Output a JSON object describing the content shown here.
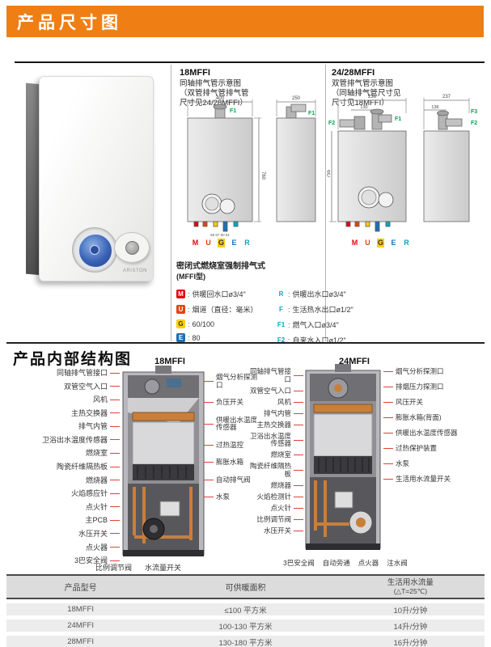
{
  "header": {
    "title": "产品尺寸图",
    "bg": "#ef7f15"
  },
  "section1": {
    "photo": {
      "brand": "ARISTON"
    },
    "col18": {
      "model": "18MFFI",
      "desc_lines": [
        "同轴排气管示意图",
        "（双管排气管排气管",
        "尺寸见24/28MFFI）"
      ]
    },
    "col2428": {
      "model": "24/28MFFI",
      "desc_lines": [
        "双管排气管示意图",
        "（同轴排气管尺寸见",
        "尺寸见18MFFI）"
      ]
    },
    "drawing18": {
      "front_width": "400",
      "side_width": "250",
      "height": "760",
      "bottom_dims": "65  67  60  61",
      "f1": "F1",
      "f1_side": "F1"
    },
    "drawing2428": {
      "front_width": "236",
      "front_inner": "130",
      "height": "755",
      "side_width": "237",
      "side_inner": "136",
      "f1": "F1",
      "f2": "F2",
      "f2_side": "F2",
      "f3": "F3"
    },
    "port_letters": [
      {
        "t": "M",
        "c": "#e30613",
        "bg": ""
      },
      {
        "t": "U",
        "c": "#e8420e",
        "bg": ""
      },
      {
        "t": "G",
        "c": "#333333",
        "bg": "#fccf00"
      },
      {
        "t": "E",
        "c": "#1d70b7",
        "bg": ""
      },
      {
        "t": "R",
        "c": "#00a7c7",
        "bg": ""
      }
    ],
    "legend": {
      "title": "密闭式燃烧室强制排气式",
      "subtitle": "(MFFI型)",
      "left": [
        {
          "key": "M",
          "key_color": "#ffffff",
          "key_bg": "#e30613",
          "text": "供暖回水口ø3/4\""
        },
        {
          "key": "U",
          "key_color": "#ffffff",
          "key_bg": "#e8420e",
          "text": "烟道（直径：毫米）"
        },
        {
          "key": "G",
          "key_color": "#333333",
          "key_bg": "#fccf00",
          "text": "60/100"
        },
        {
          "key": "E",
          "key_color": "#ffffff",
          "key_bg": "#1d70b7",
          "text": "80"
        }
      ],
      "right": [
        {
          "key": "R",
          "key_color": "#00a7c7",
          "key_bg": "",
          "text": "供暖出水口ø3/4\""
        },
        {
          "key": "F",
          "key_color": "#00a7c7",
          "key_bg": "",
          "text": "生活热水出口ø1/2\""
        },
        {
          "key": "F1",
          "key_color": "#00a7c7",
          "key_bg": "",
          "text": "燃气入口ø3/4\""
        },
        {
          "key": "F2",
          "key_color": "#00a7c7",
          "key_bg": "",
          "text": "自来水入口ø1/2\""
        }
      ]
    }
  },
  "section2": {
    "title": "产品内部结构图",
    "d18": {
      "model": "18MFFI",
      "left_labels": [
        "同轴排气管接口",
        "双管空气入口",
        "风机",
        "主热交换器",
        "排气内管",
        "卫浴出水温度传感器",
        "燃烧室",
        "陶瓷纤维隔热板",
        "燃烧器",
        "火焰感应针",
        "点火针",
        "主PCB",
        "水压开关",
        "点火器",
        "3巴安全阀"
      ],
      "right_labels": [
        "烟气分析探测口",
        "负压开关",
        "供暖出水温度传感器",
        "过热温控",
        "膨胀水箱",
        "自动排气阀",
        "水泵"
      ],
      "bottom_labels": [
        "比例调节阀",
        "水流量开关"
      ]
    },
    "d24": {
      "model": "24MFFI",
      "left_labels": [
        "同轴排气管接口",
        "双管空气入口",
        "风机",
        "排气内管",
        "主热交换器",
        "卫浴出水温度传感器",
        "燃烧室",
        "陶瓷纤维隔热板",
        "燃烧器",
        "火焰检测针",
        "点火针",
        "比例调节阀",
        "水压开关"
      ],
      "right_labels": [
        "烟气分析探测口",
        "排烟压力探测口",
        "风压开关",
        "膨胀水箱(背面)",
        "供暖出水温度传感器",
        "过热保护装置",
        "水泵",
        "生活用水流量开关"
      ],
      "bottom_labels": [
        "3巴安全阀",
        "自动旁通",
        "点火器",
        "注水阀"
      ]
    }
  },
  "table": {
    "headers": {
      "col1": "产品型号",
      "col2": "可供暖面积",
      "col3_line1": "生活用水流量",
      "col3_line2": "(△T=25℃)"
    },
    "rows": [
      [
        "18MFFI",
        "≤100 平方米",
        "10升/分钟"
      ],
      [
        "24MFFI",
        "100-130 平方米",
        "14升/分钟"
      ],
      [
        "28MFFI",
        "130-180 平方米",
        "16升/分钟"
      ]
    ]
  }
}
